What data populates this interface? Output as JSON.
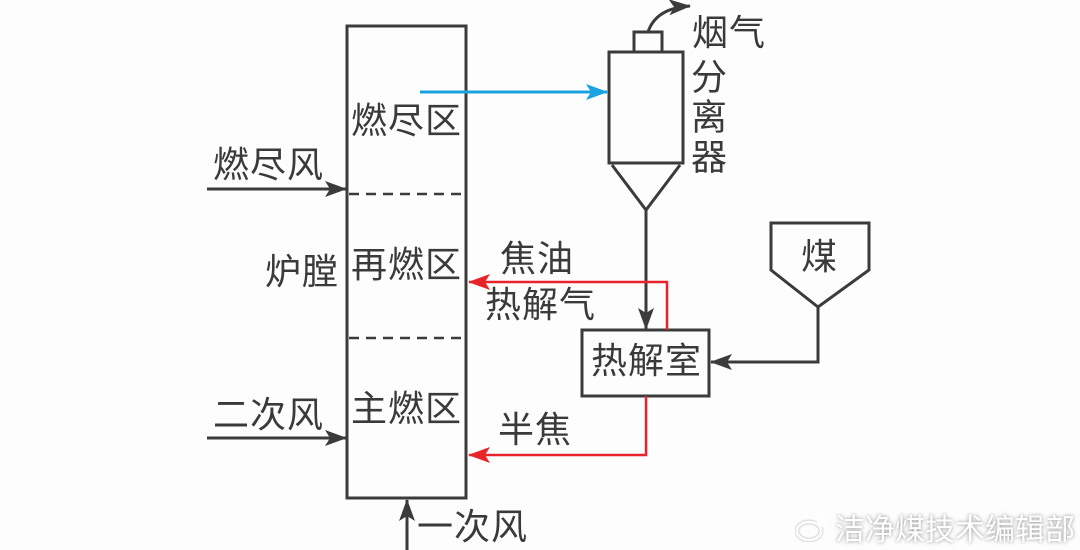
{
  "diagram": {
    "type": "process-flow",
    "colors": {
      "line": "#3b3b3b",
      "flue_gas_arrow": "#1aa3e0",
      "product_arrow": "#e8242a"
    },
    "furnace": {
      "label": "炉膛",
      "zones": [
        "燃尽区",
        "再燃区",
        "主燃区"
      ]
    },
    "inputs": {
      "burnout_air": "燃尽风",
      "secondary_air": "二次风",
      "primary_air": "一次风"
    },
    "separator": {
      "label": "分离器",
      "outlet_label": "烟气"
    },
    "pyrolysis_chamber": {
      "label": "热解室"
    },
    "coal_hopper": {
      "label": "煤"
    },
    "products": {
      "tar": "焦油",
      "pyrolysis_gas": "热解气",
      "semi_coke": "半焦"
    },
    "watermark": {
      "icon": "weibo-icon",
      "text": "洁净煤技术编辑部"
    }
  }
}
